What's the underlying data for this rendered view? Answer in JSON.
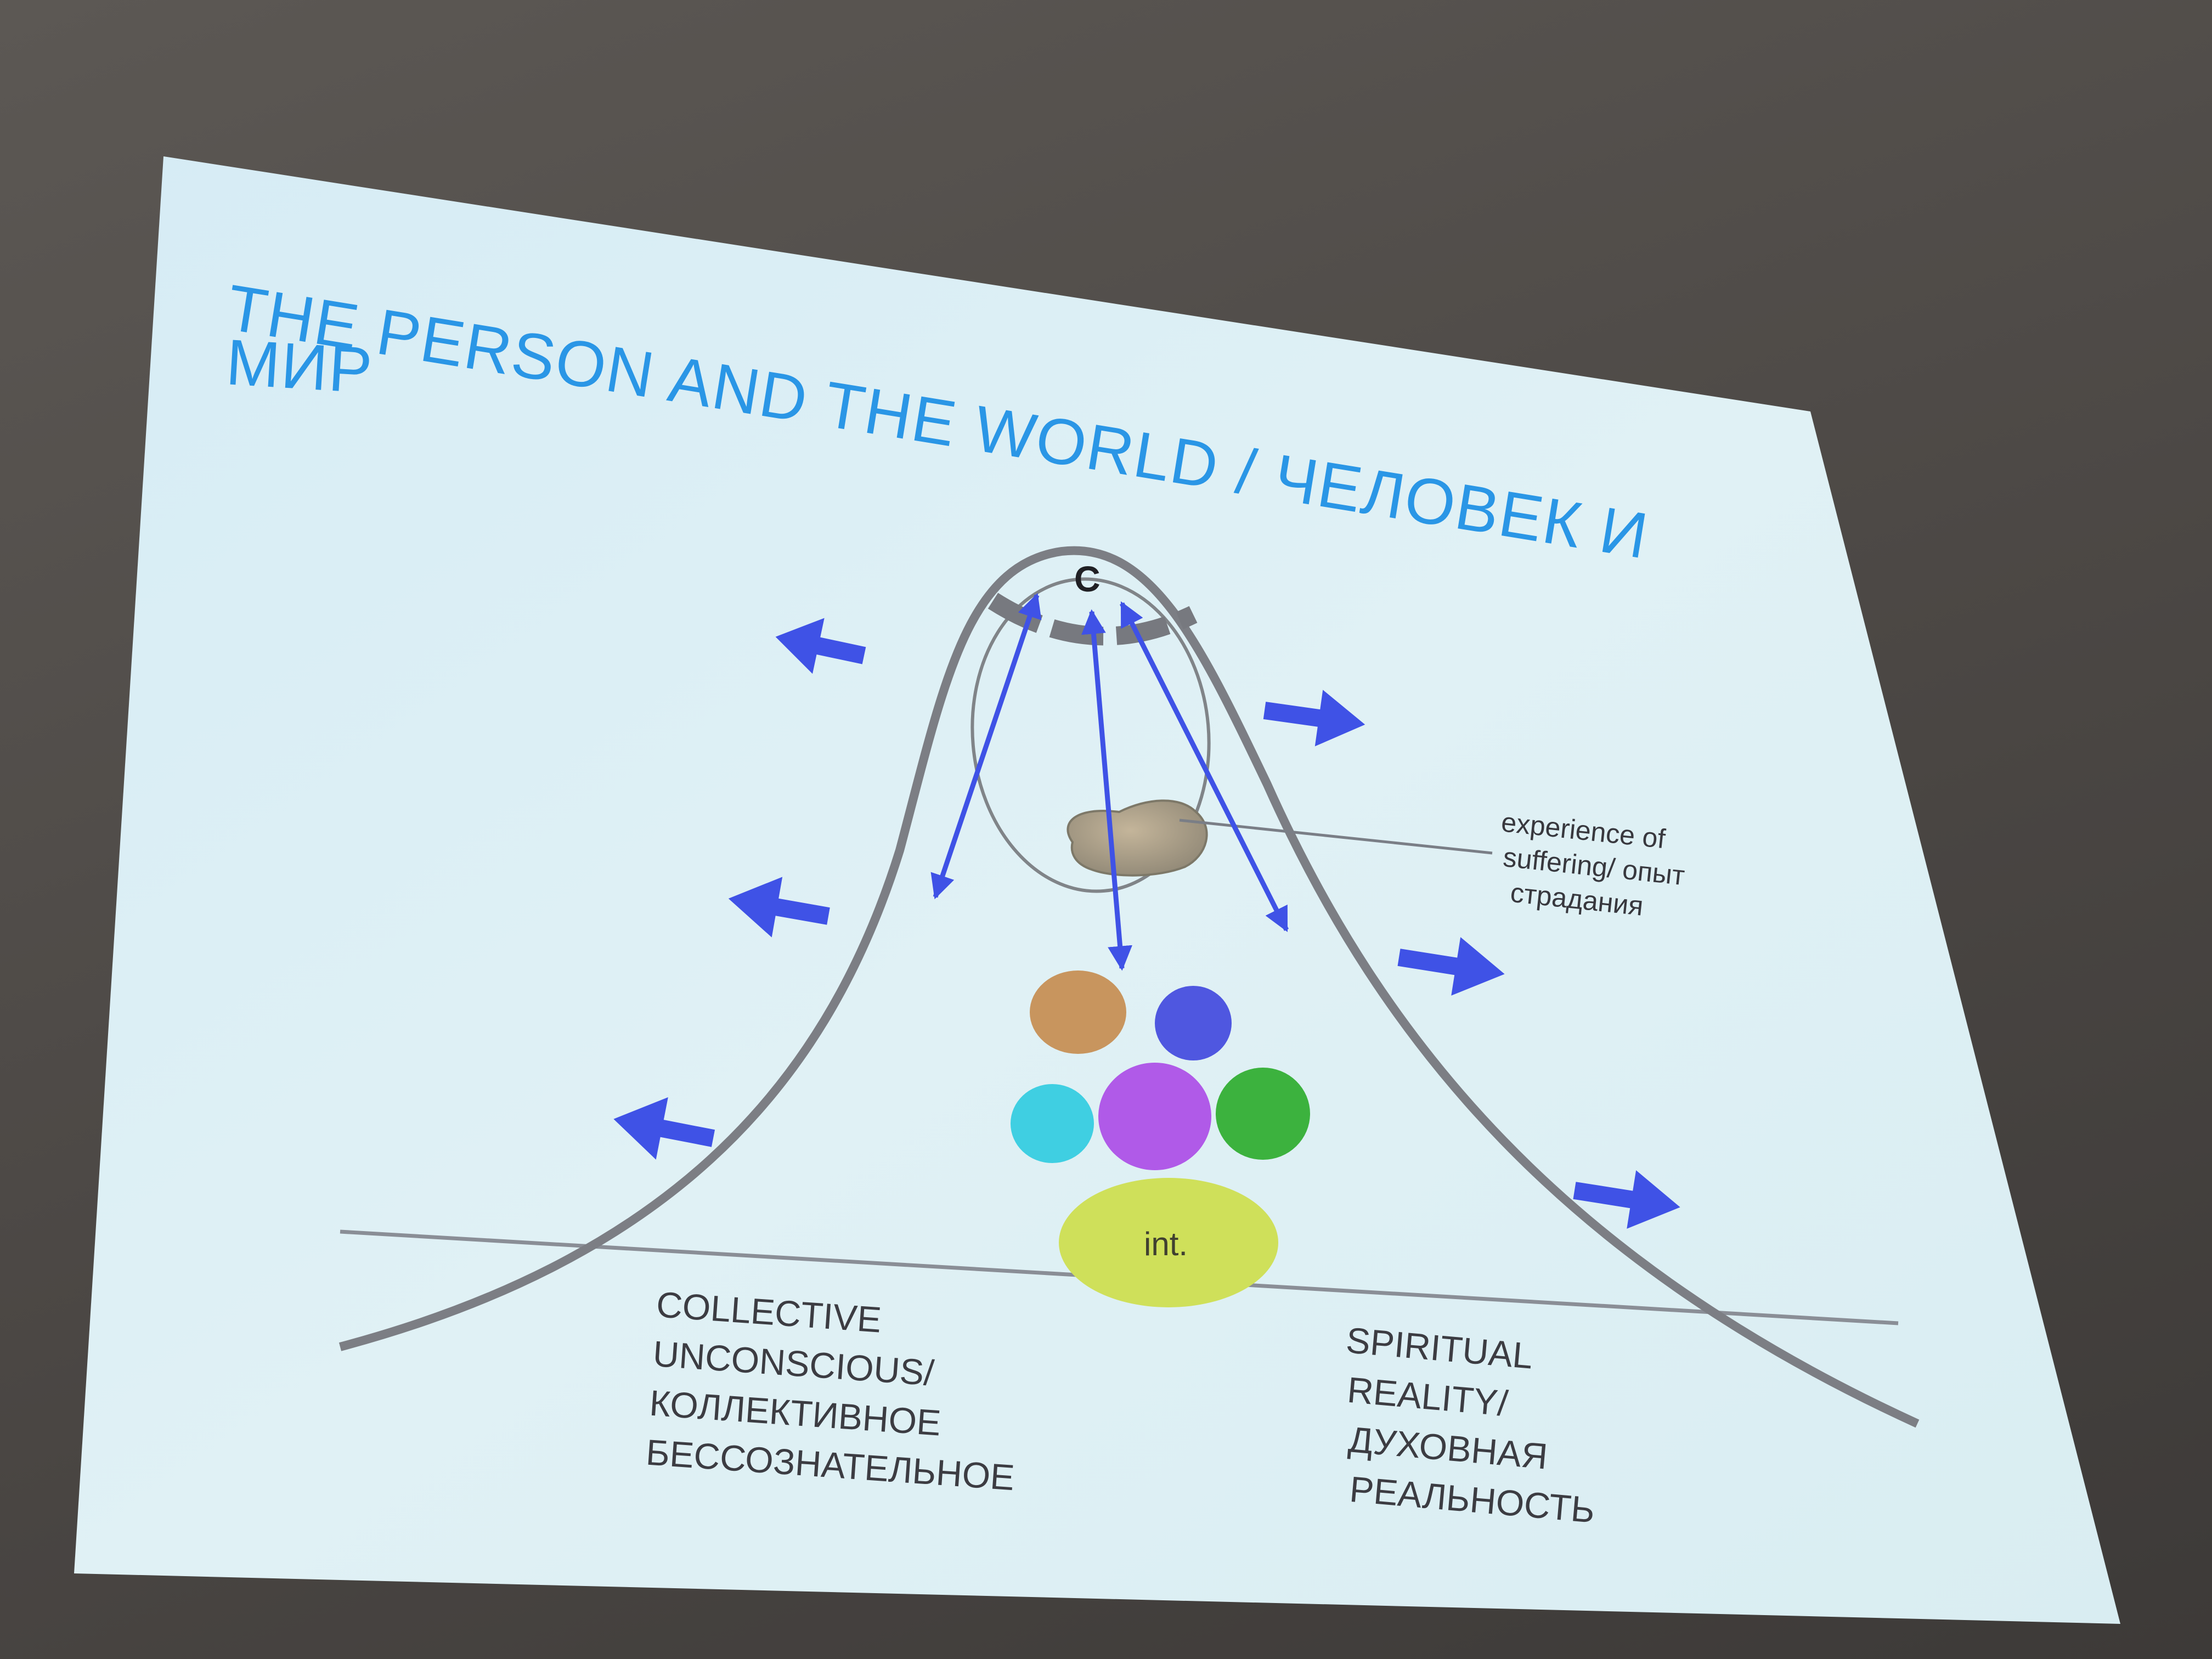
{
  "slide": {
    "title_line1": "THE PERSON AND THE WORLD / ЧЕЛОВЕК И",
    "title_line2": "МИР",
    "center_label": "C",
    "suffering_label": [
      "experience of",
      "suffering/ опыт",
      "страдания"
    ],
    "left_label": [
      "COLLECTIVE",
      "UNCONSCIOUS/",
      "КОЛЛЕКТИВНОЕ",
      "БЕССОЗНАТЕЛЬНОЕ"
    ],
    "right_label": [
      "SPIRITUAL",
      "REALITY/",
      "ДУХОВНАЯ",
      "РЕАЛЬНОСТЬ"
    ],
    "base_circle_label": "int."
  },
  "colors": {
    "background_wall": "#4b4744",
    "slide_background": "#dbeef4",
    "title": "#2a96e6",
    "arrow": "#3f52e6",
    "curve": "#7c7e84",
    "circle_orange": "#c8955e",
    "circle_blue": "#4f57e0",
    "circle_cyan": "#3fcfe2",
    "circle_purple": "#b05ae8",
    "circle_green": "#3cb23e",
    "circle_yellow": "#cfe05a"
  }
}
